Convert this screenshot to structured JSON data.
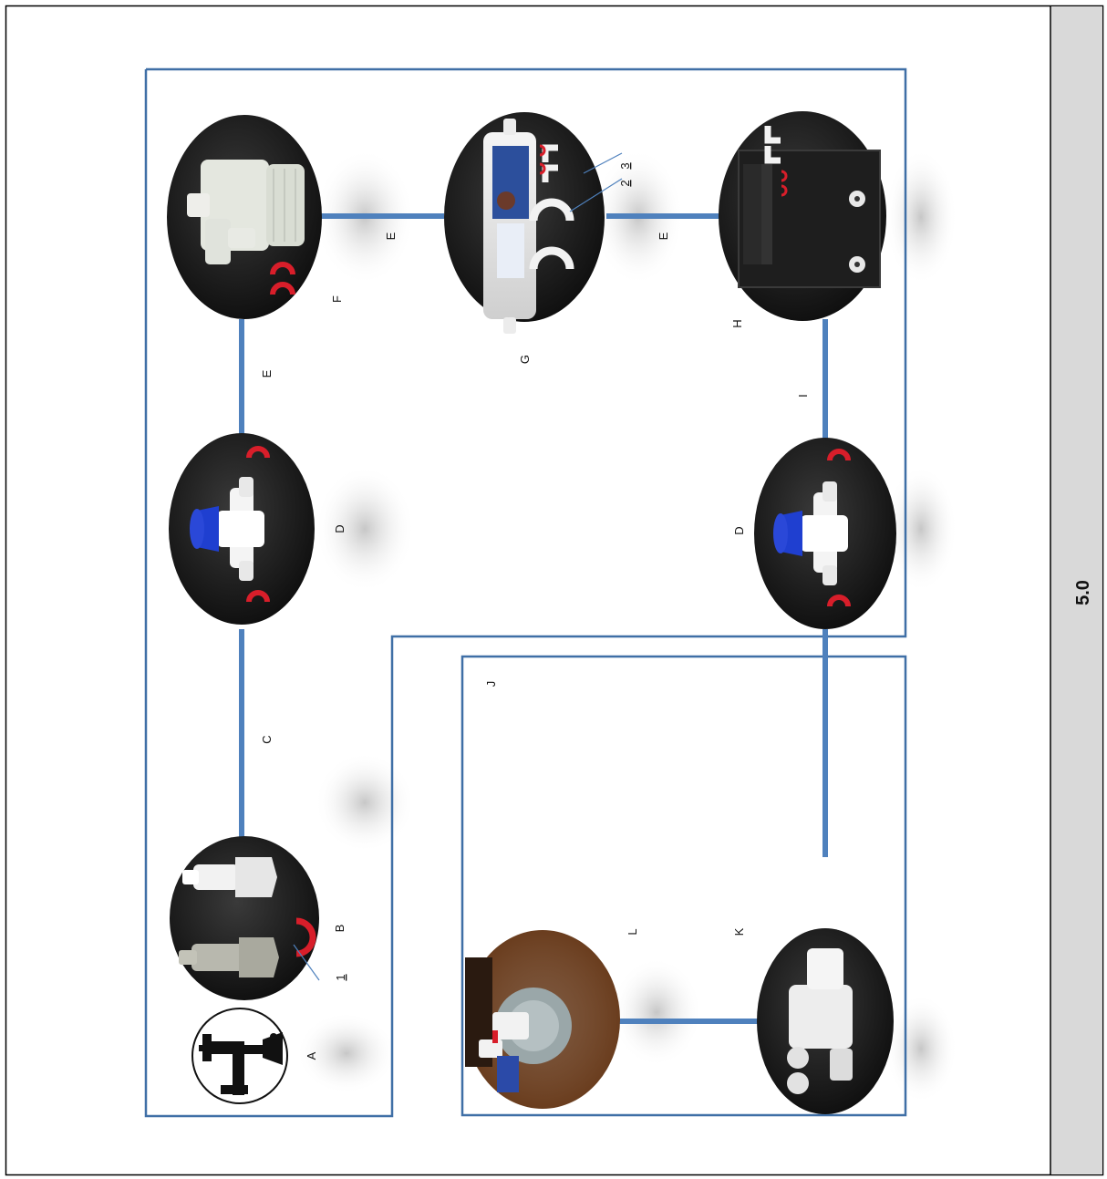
{
  "page_number": "5.0",
  "colors": {
    "pipe": "#4f81bd",
    "frame": "#3f6fa6",
    "oval": "#1a1a1a",
    "clip_red": "#d81e2a",
    "valve_blue": "#1f3fd0",
    "fitting_white": "#f1f1f1",
    "sidebar": "#d9d9d9"
  },
  "labels": {
    "A": "A",
    "B": "B",
    "C": "C",
    "D": "D",
    "E": "E",
    "F": "F",
    "G": "G",
    "H": "H",
    "I": "I",
    "J": "J",
    "K": "K",
    "L": "L",
    "n1": "1",
    "n2": "2",
    "n3": "3"
  },
  "components": [
    {
      "id": "A",
      "icon": "tap-icon"
    },
    {
      "id": "B",
      "icon": "adapter-fittings-icon"
    },
    {
      "id": "D",
      "icon": "ball-valve-icon"
    },
    {
      "id": "F",
      "icon": "filter-housing-icon"
    },
    {
      "id": "G",
      "icon": "inline-filter-icon"
    },
    {
      "id": "H",
      "icon": "control-unit-icon"
    },
    {
      "id": "K",
      "icon": "solenoid-valve-icon"
    },
    {
      "id": "L",
      "icon": "appliance-inlet-icon"
    }
  ]
}
